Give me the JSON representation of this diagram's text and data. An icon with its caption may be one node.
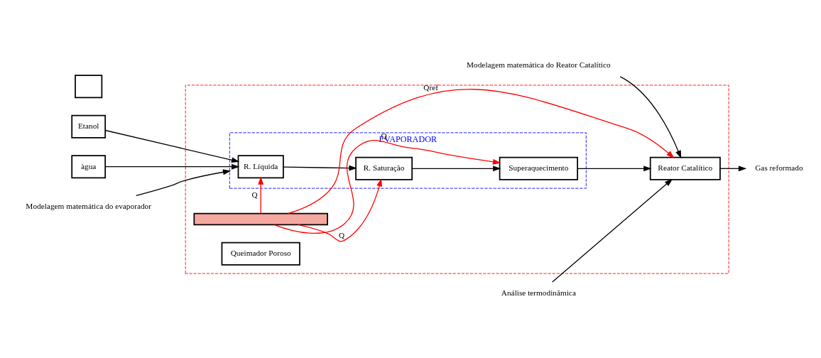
{
  "diagram": {
    "nodes": [
      {
        "text": [],
        "shape": "box"
      },
      {
        "text": [
          "EVAPORADOR"
        ],
        "in": 0
      },
      {
        "text": [
          "Etanol"
        ]
      },
      {
        "text": [
          "àgua"
        ]
      },
      {
        "text": [
          "R. Líquida"
        ],
        "in": 1
      },
      {
        "text": [
          "R. Saturação"
        ],
        "in": 1
      },
      {
        "text": [
          "Superaquecimento"
        ],
        "in": 1
      },
      {
        "text": [
          "Reator Catalítico"
        ],
        "in": 0
      },
      {
        "text": [
          "Gas reformado"
        ]
      },
      {
        "text": [],
        "shape": "bar",
        "in": 0
      },
      {
        "text": [
          "Queimador Poroso"
        ],
        "in": 0
      },
      {
        "text": [],
        "shape": "box"
      },
      {
        "text": [
          "Modelagem matemática do evaporador"
        ]
      },
      {
        "text": [
          "Modelagem matemática do Reator Catalítico"
        ]
      },
      {
        "text": [
          "Análise termodinâmica"
        ]
      }
    ],
    "edges": [
      {
        "from": 2,
        "to": 4,
        "arrow": "to"
      },
      {
        "from": 3,
        "to": 4,
        "arrow": "to"
      },
      {
        "from": 4,
        "to": 5,
        "arrow": "to"
      },
      {
        "from": 5,
        "to": 6,
        "arrow": "to"
      },
      {
        "from": 6,
        "to": 7,
        "arrow": "to"
      },
      {
        "from": 7,
        "to": 8,
        "arrow": "to"
      },
      {
        "from": 9,
        "to": 4,
        "arrow": "to",
        "label": "Q",
        "color": "#ff0000"
      },
      {
        "from": 9,
        "to": 5,
        "arrow": "to",
        "label": "Q",
        "color": "#ff0000"
      },
      {
        "from": 9,
        "to": 6,
        "arrow": "to",
        "label": "Q",
        "color": "#ff0000"
      },
      {
        "from": 9,
        "to": 7,
        "arrow": "to",
        "label": "Qref",
        "color": "#ff0000"
      },
      {
        "from": 12,
        "to": 1,
        "arrow": "to"
      },
      {
        "from": 13,
        "to": 7,
        "arrow": "to"
      },
      {
        "from": 14,
        "to": 7,
        "arrow": "to"
      }
    ]
  }
}
